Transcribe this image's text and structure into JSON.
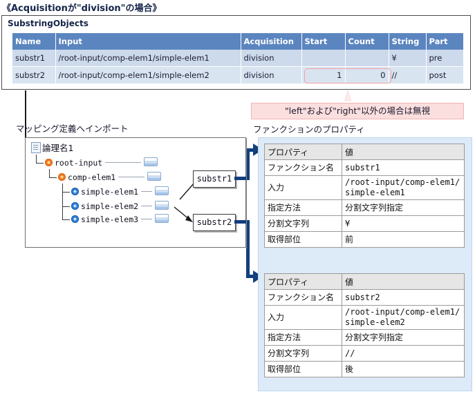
{
  "page": {
    "title": "《Acquisitionが\"division\"の場合》"
  },
  "substring_objects": {
    "panel_title": "SubstringObjects",
    "columns": [
      "Name",
      "Input",
      "Acquisition",
      "Start",
      "Count",
      "String",
      "Part"
    ],
    "rows": [
      {
        "name": "substr1",
        "input": "/root-input/comp-elem1/simple-elem1",
        "acquisition": "division",
        "start": "",
        "count": "",
        "string": "¥",
        "part": "pre"
      },
      {
        "name": "substr2",
        "input": "/root-input/comp-elem1/simple-elem2",
        "acquisition": "division",
        "start": "1",
        "count": "0",
        "string": "//",
        "part": "post"
      }
    ],
    "highlight_note": "\"left\"および\"right\"以外の場合は無視"
  },
  "mapping": {
    "label": "マッピング定義へインポート",
    "tree": [
      {
        "label": "論理名1",
        "icon": "document-icon",
        "depth": 0,
        "field": false
      },
      {
        "label": "root-input",
        "icon": "complex-element-icon",
        "depth": 1,
        "field": true
      },
      {
        "label": "comp-elem1",
        "icon": "complex-element-icon",
        "depth": 2,
        "field": true
      },
      {
        "label": "simple-elem1",
        "icon": "simple-element-icon",
        "depth": 3,
        "field": true
      },
      {
        "label": "simple-elem2",
        "icon": "simple-element-icon",
        "depth": 3,
        "field": true
      },
      {
        "label": "simple-elem3",
        "icon": "simple-element-icon",
        "depth": 3,
        "field": true
      }
    ],
    "function_boxes": [
      {
        "label": "substr1"
      },
      {
        "label": "substr2"
      }
    ]
  },
  "function_properties": {
    "label": "ファンクションのプロパティ",
    "tables": [
      {
        "headers": [
          "プロパティ",
          "値"
        ],
        "rows": [
          {
            "property": "ファンクション名",
            "value": "substr1"
          },
          {
            "property": "入力",
            "value": "/root-input/comp-elem1/simple-elem1"
          },
          {
            "property": "指定方法",
            "value": "分割文字列指定"
          },
          {
            "property": "分割文字列",
            "value": "¥"
          },
          {
            "property": "取得部位",
            "value": "前"
          }
        ]
      },
      {
        "headers": [
          "プロパティ",
          "値"
        ],
        "rows": [
          {
            "property": "ファンクション名",
            "value": "substr2"
          },
          {
            "property": "入力",
            "value": "/root-input/comp-elem1/simple-elem2"
          },
          {
            "property": "指定方法",
            "value": "分割文字列指定"
          },
          {
            "property": "分割文字列",
            "value": "//"
          },
          {
            "property": "取得部位",
            "value": "後"
          }
        ]
      }
    ]
  },
  "colors": {
    "header_blue": "#5b85bf",
    "row_blue_1": "#ccdaeb",
    "row_blue_2": "#d9e4f1",
    "highlight_pink": "#f0a0a0",
    "note_bg": "#fbdede",
    "panel_blue": "#ddeaf8",
    "connector_blue": "#123f7e",
    "title_navy": "#15244a"
  }
}
